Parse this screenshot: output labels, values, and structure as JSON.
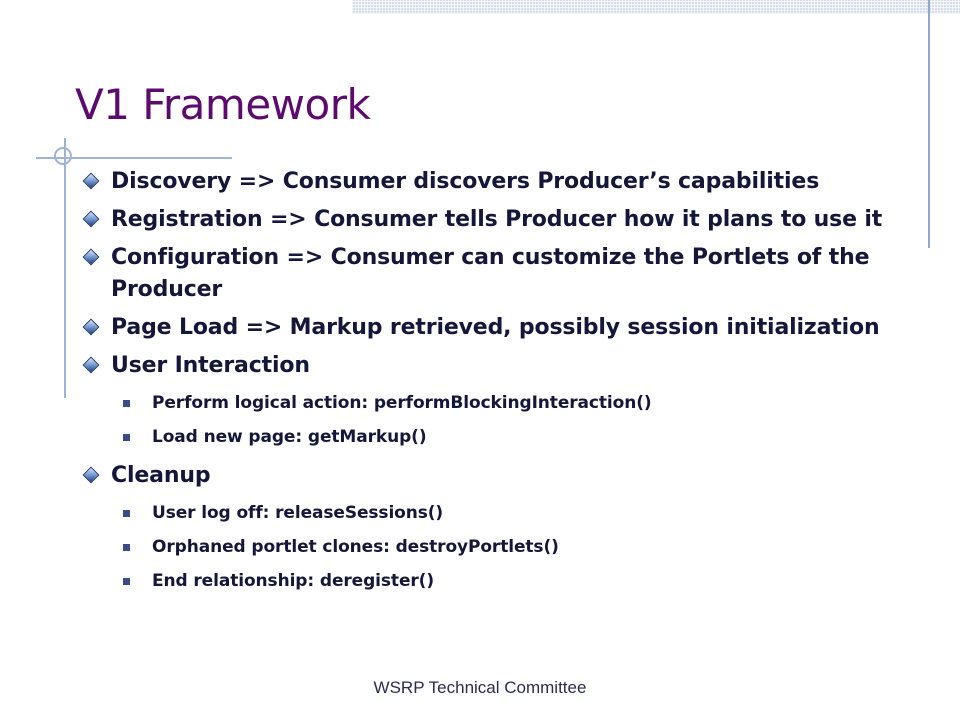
{
  "slide": {
    "title": "V1 Framework",
    "footer": "WSRP Technical Committee",
    "bullets": [
      {
        "text": "Discovery => Consumer discovers Producer’s capabilities",
        "sub": []
      },
      {
        "text": "Registration => Consumer tells Producer how it plans to use it",
        "sub": []
      },
      {
        "text": "Configuration => Consumer can customize the Portlets of the Producer",
        "sub": []
      },
      {
        "text": "Page Load => Markup retrieved, possibly session initialization",
        "sub": []
      },
      {
        "text": "User Interaction",
        "sub": [
          "Perform logical action: performBlockingInteraction()",
          "Load new page: getMarkup()"
        ]
      },
      {
        "text": "Cleanup",
        "sub": [
          "User log off: releaseSessions()",
          "Orphaned portlet clones: destroyPortlets()",
          "End relationship: deregister()"
        ]
      }
    ]
  },
  "colors": {
    "title": "#5c0a6e",
    "body_text": "#14163a",
    "accent_lines": "#9fb3d8",
    "diamond_bullet": "#4a6fb0",
    "square_bullet": "#3a4b86"
  },
  "icons": {
    "level1_bullet": "diamond-bullet-icon",
    "level2_bullet": "square-bullet-icon"
  }
}
